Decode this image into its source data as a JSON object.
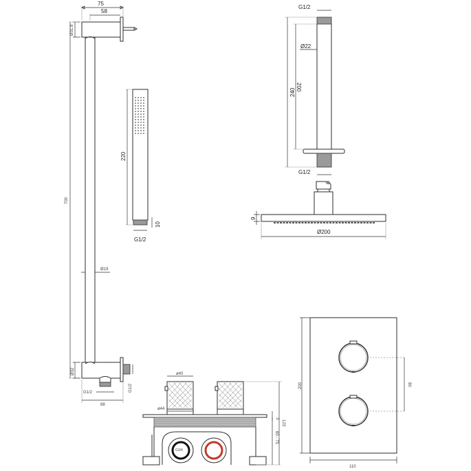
{
  "drawing": {
    "title": "Shower set technical drawing",
    "accent_colors": {
      "line": "#2b2b2b",
      "thread": "#9a9a9a",
      "hot_outlet": "#c0392b",
      "cold_outlet": "#111111"
    }
  },
  "riser_rail": {
    "dims": {
      "bracket_width": "75",
      "bracket_depth": "58",
      "top_diameter": "Ø31.8",
      "length": "700",
      "tube_diameter": "Ø19",
      "bottom_diameter": "Ø32",
      "bottom_outlet": "G1/2",
      "side_outlet": "G1/2",
      "bottom_width": "88"
    }
  },
  "hand_shower": {
    "dims": {
      "length": "220",
      "thread_height": "10",
      "thread": "G1/2"
    }
  },
  "shower_arm": {
    "dims": {
      "top_thread": "G1/2",
      "diameter": "Ø22",
      "inner_length": "200",
      "total_length": "240",
      "bottom_thread": "G1/2"
    }
  },
  "shower_head": {
    "dims": {
      "thickness": "9",
      "diameter": "Ø200"
    }
  },
  "valve_body": {
    "dims": {
      "knob_diameter": "ø40",
      "base_diameter": "ø44",
      "plate_thickness": "3",
      "depth_range": "60 - 75",
      "total_height": "123",
      "inlet": "G3/4"
    }
  },
  "cover_plate": {
    "dims": {
      "height": "200",
      "width": "110",
      "knob_spacing": "80"
    }
  }
}
